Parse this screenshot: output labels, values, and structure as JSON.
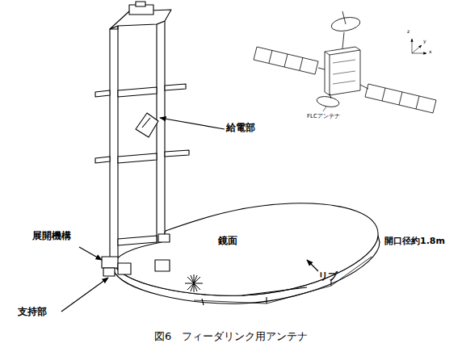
{
  "diagram": {
    "caption": "図6　フィーダリンク用アンテナ",
    "labels": [
      "給電部",
      "展開機構",
      "鏡面",
      "開口径約1.8m",
      "支持部",
      "リブ",
      "FLCアンテナ",
      "z",
      "y",
      "x"
    ]
  }
}
